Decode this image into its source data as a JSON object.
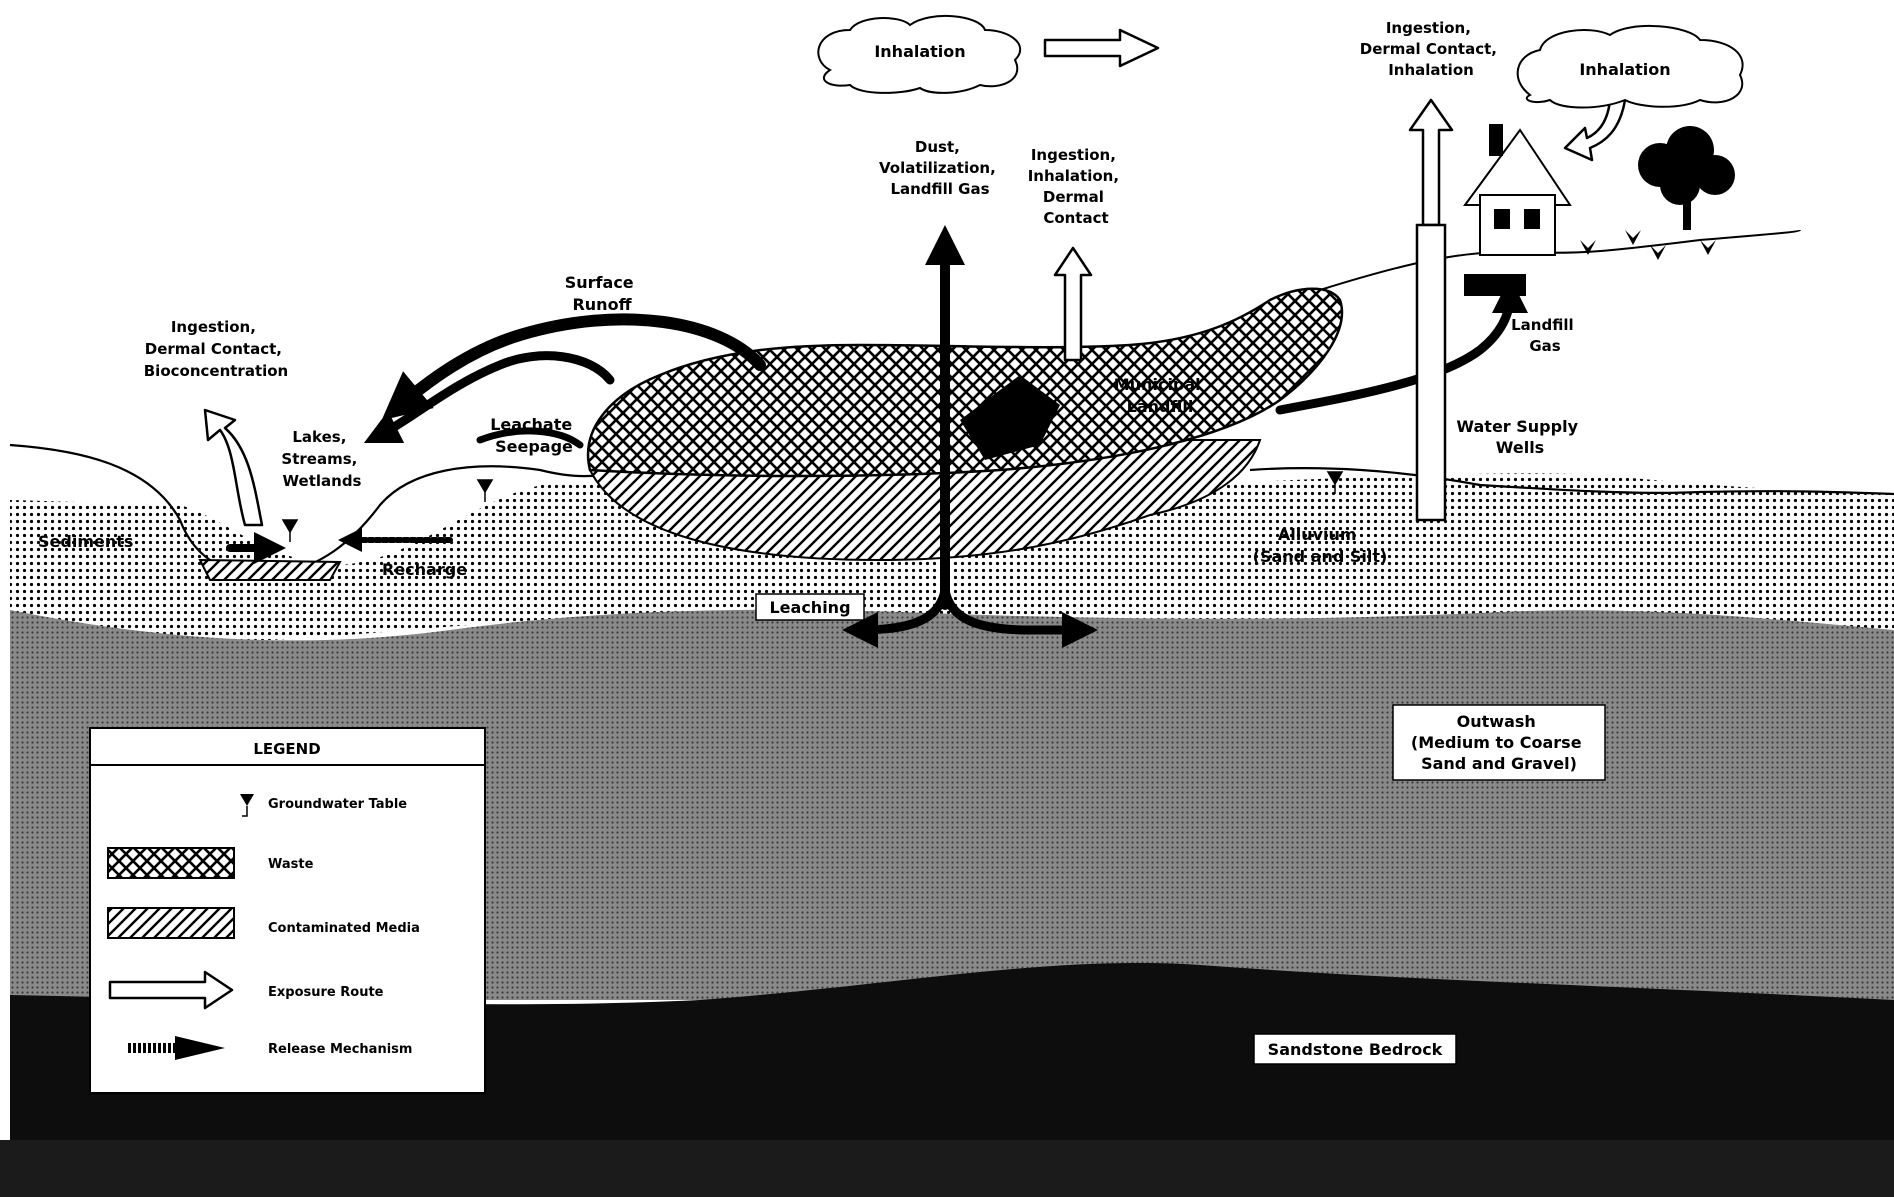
{
  "labels": {
    "inhalation_top": "Inhalation",
    "ingestion_dermal_inhalation": [
      "Ingestion,",
      "Dermal Contact,",
      "Inhalation"
    ],
    "inhalation_right": "Inhalation",
    "dust_volatilization": [
      "Dust,",
      "Volatilization,",
      "Landfill Gas"
    ],
    "ingestion_inhalation_dermal": [
      "Ingestion,",
      "Inhalation,",
      "Dermal",
      "Contact"
    ],
    "surface_runoff": [
      "Surface",
      "Runoff"
    ],
    "ingestion_dermal_bioconcentration": [
      "Ingestion,",
      "Dermal Contact,",
      "Bioconcentration"
    ],
    "lakes_streams_wetlands": [
      "Lakes,",
      "Streams,",
      "Wetlands"
    ],
    "leachate_seepage": [
      "Leachate",
      "Seepage"
    ],
    "municipal_landfill": [
      "Municipal",
      "Landfill"
    ],
    "landfill_gas": [
      "Landfill",
      "Gas"
    ],
    "water_supply_wells": [
      "Water Supply",
      "Wells"
    ],
    "sediments": "Sediments",
    "recharge": "Recharge",
    "alluvium": [
      "Alluvium",
      "(Sand and Silt)"
    ],
    "leaching": "Leaching",
    "outwash": [
      "Outwash",
      "(Medium to Coarse",
      "Sand and Gravel)"
    ],
    "sandstone_bedrock": "Sandstone Bedrock"
  },
  "legend": {
    "title": "LEGEND",
    "items": [
      {
        "symbol": "groundwater-table-icon",
        "label": "Groundwater Table"
      },
      {
        "symbol": "crosshatch-pattern",
        "label": "Waste"
      },
      {
        "symbol": "diagonal-hatch-pattern",
        "label": "Contaminated Media"
      },
      {
        "symbol": "hollow-arrow-icon",
        "label": "Exposure Route"
      },
      {
        "symbol": "solid-arrow-icon",
        "label": "Release Mechanism"
      }
    ]
  },
  "colors": {
    "ink": "#000000",
    "paper": "#ffffff",
    "outwash_gray": "#7a7a7a",
    "bedrock": "#0d0d0d"
  }
}
